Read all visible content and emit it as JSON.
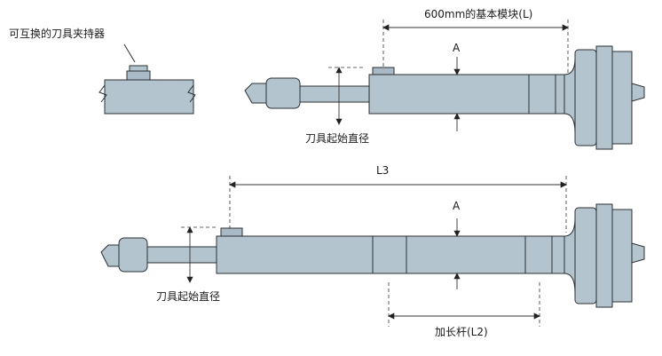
{
  "labels": {
    "holder": "可互换的刀具夹持器",
    "base_module": "600mm的基本模块(L)",
    "section_a_top": "A",
    "section_a_bottom": "A",
    "start_diameter_top": "刀具起始直径",
    "start_diameter_bottom": "刀具起始直径",
    "length_l3": "L3",
    "extension_l2": "加长杆(L2)"
  },
  "colors": {
    "body": "#b4c4cf",
    "outline": "#2b2f33",
    "dimension": "#333333"
  }
}
